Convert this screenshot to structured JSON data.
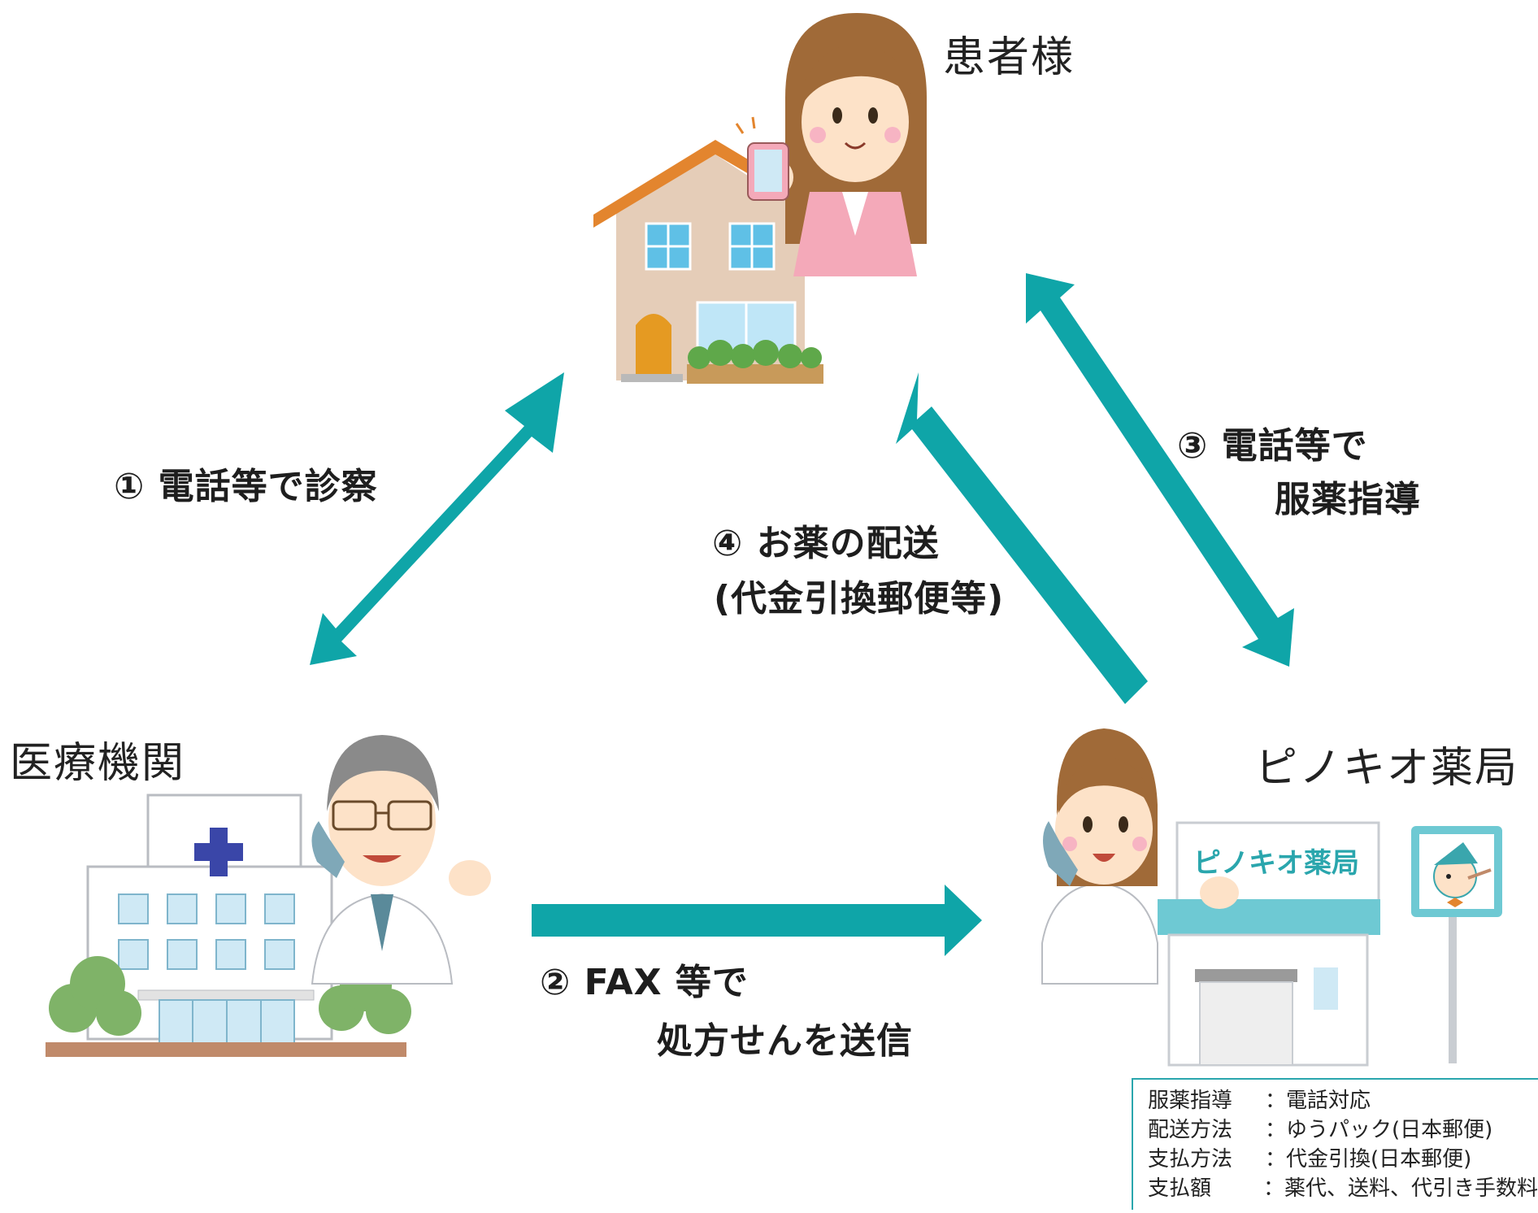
{
  "nodes": {
    "patient": "患者様",
    "hospital": "医療機関",
    "pharmacy": "ピノキオ薬局",
    "pharmacy_sign": "ピノキオ薬局"
  },
  "steps": {
    "s1": "① 電話等で診察",
    "s2_line1": "② FAX 等で",
    "s2_line2": "処方せんを送信",
    "s3_line1": "③ 電話等で",
    "s3_line2": "服薬指導",
    "s4_line1": "④ お薬の配送",
    "s4_line2": "(代金引換郵便等)"
  },
  "info_box": [
    {
      "label": "服薬指導",
      "sep": "：",
      "value": "電話対応"
    },
    {
      "label": "配送方法",
      "sep": "：",
      "value": "ゆうパック(日本郵便)"
    },
    {
      "label": "支払方法",
      "sep": "：",
      "value": "代金引換(日本郵便)"
    },
    {
      "label": "支払額",
      "sep": "：",
      "value": "薬代、送料、代引き手数料"
    }
  ],
  "colors": {
    "arrow": "#0fa5a8",
    "roof": "#e3852e",
    "house_wall": "#e5cdb8",
    "window": "#5fc0e6",
    "hospital_cross": "#3a46a8",
    "pharmacy_accent": "#6ec9d3",
    "skin": "#fde2c8",
    "hair_patient": "#a06a38",
    "hair_doctor": "#8a8a8a",
    "jacket_pink": "#f4a9b9",
    "coat_white": "#ffffff"
  },
  "icons": {
    "patient": "woman-with-smartphone-icon",
    "house": "house-icon",
    "hospital": "hospital-building-icon",
    "doctor": "doctor-on-phone-icon",
    "pharmacist": "pharmacist-on-phone-icon",
    "pharmacy": "pharmacy-building-icon",
    "mascot": "pinocchio-mascot-icon"
  }
}
